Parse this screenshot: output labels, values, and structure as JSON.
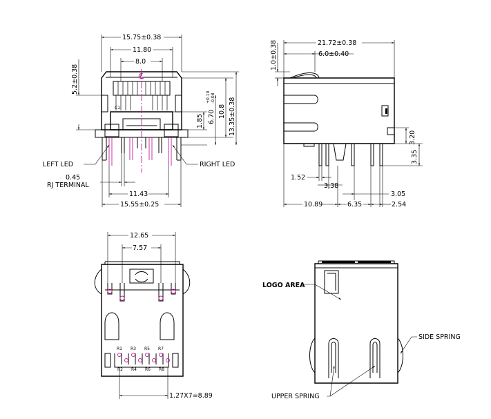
{
  "front_view": {
    "dim_top_outer": "15.75±0.38",
    "dim_top_mid": "11.80",
    "dim_top_inner": "8.0",
    "dim_left_height": "5.2±0.38",
    "centerline_symbol": "℄",
    "pin_label_c1": "C1",
    "dim_right_1": "1.85",
    "dim_right_2": "6.70",
    "dim_right_2_tol_plus": "+0.10",
    "dim_right_2_tol_minus": "-0.08",
    "dim_right_3": "10.8",
    "dim_right_4": "13.35±0.38",
    "label_left_led": "LEFT LED",
    "label_right_led": "RIGHT LED",
    "dim_terminal": "0.45",
    "label_rj_terminal": "RJ TERMINAL",
    "dim_bottom_inner": "11.43",
    "dim_bottom_outer": "15.55±0.25"
  },
  "side_view": {
    "dim_top_length": "21.72±0.38",
    "dim_top_offset": "6.0±0.40",
    "dim_left_small": "1.0±0.38",
    "dim_right_1": "3.20",
    "dim_right_2": "3.35",
    "dim_1_52": "1.52",
    "dim_3_38": "3.38",
    "dim_3_05": "3.05",
    "dim_10_89": "10.89",
    "dim_6_35": "6.35",
    "dim_2_54": "2.54"
  },
  "bottom_view": {
    "dim_top_outer": "12.65",
    "dim_top_inner": "7.57",
    "pin_labels_top": [
      "R1",
      "R3",
      "R5",
      "R7"
    ],
    "pin_labels_bottom": [
      "R2",
      "R4",
      "R6",
      "R8"
    ],
    "dim_pitch": "1.27X7=8.89"
  },
  "rear_view": {
    "label_logo_area": "LOGO AREA",
    "label_side_spring": "SIDE SPRING",
    "label_upper_spring": "UPPER SPRING"
  }
}
